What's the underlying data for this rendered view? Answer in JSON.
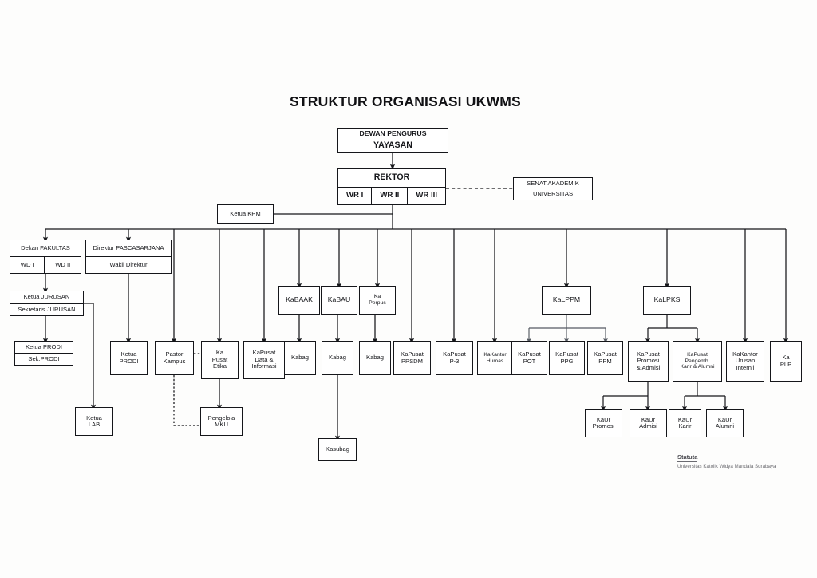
{
  "document": {
    "title": "STRUKTUR ORGANISASI UKWMS"
  },
  "footer": {
    "statute_label": "Statuta",
    "institution": "Universitas Katolik Widya Mandala Surabaya"
  },
  "nodes": {
    "yayasan": {
      "line1": "DEWAN PENGURUS",
      "line2": "YAYASAN"
    },
    "rektor": {
      "title": "REKTOR",
      "wr1": "WR I",
      "wr2": "WR II",
      "wr3": "WR III"
    },
    "senat": {
      "line1": "SENAT AKADEMIK",
      "line2": "UNIVERSITAS"
    },
    "ketua_kpm": {
      "label": "Ketua KPM"
    },
    "dekan": {
      "title": "Dekan FAKULTAS",
      "wd1": "WD I",
      "wd2": "WD II"
    },
    "pascasarjana": {
      "title": "Direktur PASCASARJANA",
      "wakil": "Wakil Direktur"
    },
    "jurusan": {
      "ketua": "Ketua JURUSAN",
      "sekretaris": "Sekretaris JURUSAN"
    },
    "prodi_fakultas": {
      "ketua": "Ketua PRODI",
      "sekretaris": "Sek.PRODI"
    },
    "ketua_lab": {
      "label": "Ketua\nLAB"
    },
    "prodi_pasca": {
      "label": "Ketua\nPRODI"
    },
    "pastor_kampus": {
      "label": "Pastor\nKampus"
    },
    "pusat_etika": {
      "label": "Ka\nPusat\nEtika"
    },
    "pengelola_mku": {
      "label": "Pengelola\nMKU"
    },
    "kabaak": {
      "label": "KaBAAK"
    },
    "kabau": {
      "label": "KaBAU"
    },
    "ka_perpus": {
      "label": "Ka\nPerpus"
    },
    "pusat_data": {
      "label": "KaPusat\nData &\nInformasi"
    },
    "kabag_1": {
      "label": "Kabag"
    },
    "kabag_2": {
      "label": "Kabag"
    },
    "kabag_3": {
      "label": "Kabag"
    },
    "kasubag": {
      "label": "Kasubag"
    },
    "pusat_ppsdm": {
      "label": "KaPusat\nPPSDM"
    },
    "pusat_p3": {
      "label": "KaPusat\nP-3"
    },
    "kantor_humas": {
      "label": "KaKantor\nHumas"
    },
    "kalppm": {
      "label": "KaLPPM"
    },
    "pusat_pot": {
      "label": "KaPusat\nPOT"
    },
    "pusat_ppg": {
      "label": "KaPusat\nPPG"
    },
    "pusat_ppm": {
      "label": "KaPusat\nPPM"
    },
    "kalpks": {
      "label": "KaLPKS"
    },
    "pusat_promosi": {
      "label": "KaPusat\nPromosi\n& Admisi"
    },
    "pusat_karir": {
      "label": "KaPusat\nPengemb.\nKarir & Alumni"
    },
    "kantor_internl": {
      "label": "KaKantor\nUrusan\nIntern’l"
    },
    "ka_plp": {
      "label": "Ka\nPLP"
    },
    "kaur_promosi": {
      "label": "KaUr\nPromosi"
    },
    "kaur_admisi": {
      "label": "KaUr\nAdmisi"
    },
    "kaur_karir": {
      "label": "KaUr\nKarir"
    },
    "kaur_alumni": {
      "label": "KaUr\nAlumni"
    }
  },
  "colors": {
    "line": "#15161a",
    "background": "#fdfdfc",
    "text": "#15161a"
  }
}
